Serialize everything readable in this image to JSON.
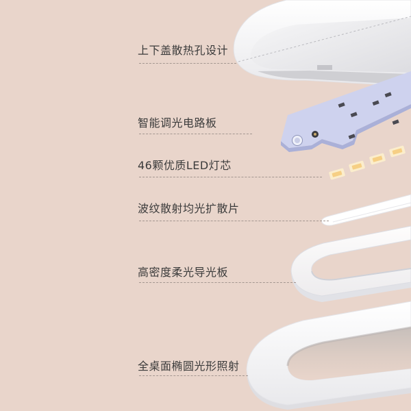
{
  "colors": {
    "background": "#e9d5cb",
    "label_text": "#3b3b3b",
    "leader_line": "#a39690",
    "board": "#ced2ee",
    "led": "#f6cf84"
  },
  "callouts": [
    {
      "label": "上下盖散热孔设计"
    },
    {
      "label": "智能调光电路板"
    },
    {
      "label": "46颗优质LED灯芯"
    },
    {
      "label": "波纹散射均光扩散片"
    },
    {
      "label": "高密度柔光导光板"
    },
    {
      "label": "全桌面椭圆光形照射"
    }
  ]
}
